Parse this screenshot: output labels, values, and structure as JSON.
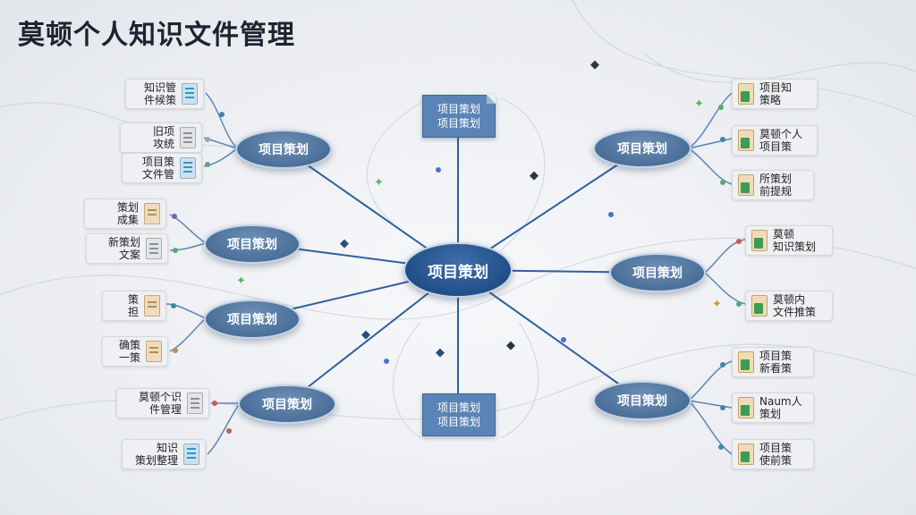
{
  "title": "莫顿个人知识文件管理",
  "center": {
    "label": "项目策划"
  },
  "branches": [
    {
      "label": "项目策划"
    },
    {
      "label": "项目策划"
    },
    {
      "label": "项目策划"
    },
    {
      "label": "项目策划"
    },
    {
      "label": "项目策划"
    },
    {
      "label": "项目策划"
    },
    {
      "label": "项目策划"
    }
  ],
  "docs": {
    "top": [
      "项目策划",
      "项目策划"
    ],
    "bottom": [
      "项目策划",
      "项目策划"
    ]
  },
  "cards": [
    {
      "line1": "知识管",
      "line2": "件候策",
      "icon": "doc-blue-icon"
    },
    {
      "line1": "旧项",
      "line2": "攻统",
      "icon": "doc-gray-icon"
    },
    {
      "line1": "项目策",
      "line2": "文件管",
      "icon": "doc-blue-icon"
    },
    {
      "line1": "策划",
      "line2": "成集",
      "icon": "doc-beige-icon"
    },
    {
      "line1": "新策划",
      "line2": "文案",
      "icon": "doc-gray-icon"
    },
    {
      "line1": "策",
      "line2": "担",
      "icon": "doc-beige-icon"
    },
    {
      "line1": "确策",
      "line2": "一策",
      "icon": "doc-beige-icon"
    },
    {
      "line1": "莫顿个识",
      "line2": "件管理",
      "icon": "doc-gray-icon"
    },
    {
      "line1": "知识",
      "line2": "策划整理",
      "icon": "doc-blue-icon"
    },
    {
      "line1": "项目知",
      "line2": "策略",
      "icon": "doc-green-icon"
    },
    {
      "line1": "莫顿个人",
      "line2": "项目策",
      "icon": "doc-green-icon"
    },
    {
      "line1": "所策划",
      "line2": "前提规",
      "icon": "doc-green-icon"
    },
    {
      "line1": "莫顿",
      "line2": "知识策划",
      "icon": "doc-green-icon"
    },
    {
      "line1": "莫顿内",
      "line2": "文件推策",
      "icon": "doc-green-icon"
    },
    {
      "line1": "项目策",
      "line2": "新看策",
      "icon": "doc-green-icon"
    },
    {
      "line1": "Naum人",
      "line2": "策划",
      "icon": "doc-green-icon"
    },
    {
      "line1": "项目策",
      "line2": "使前策",
      "icon": "doc-green-icon"
    }
  ],
  "colors": {
    "node": "#4a6f99",
    "center_node": "#214f88",
    "link": "#2f5f9e",
    "doc": "#5b84b6"
  }
}
